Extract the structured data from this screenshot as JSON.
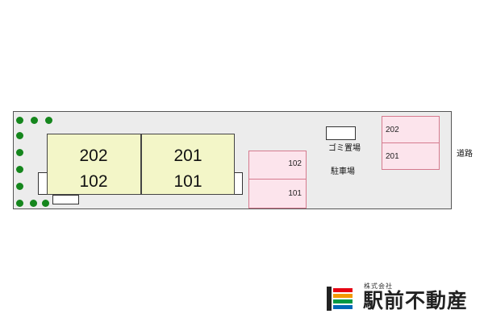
{
  "building": {
    "units": [
      {
        "top": "202",
        "bottom": "102"
      },
      {
        "top": "201",
        "bottom": "101"
      }
    ]
  },
  "parking_left": {
    "upper": "102",
    "lower": "101"
  },
  "parking_right": {
    "upper": "202",
    "lower": "201"
  },
  "labels": {
    "garbage": "ゴミ置場",
    "parking": "駐車場",
    "road": "道路"
  },
  "logo": {
    "sub": "株式会社",
    "name": "駅前不動産",
    "colors": [
      "#e60012",
      "#f39800",
      "#009944",
      "#0068b7"
    ]
  },
  "colors": {
    "building_fill": "#f3f6c8",
    "parking_fill": "#fce4ec",
    "parking_border": "#d57a8e",
    "tree": "#15861d",
    "lot_fill": "#ececec"
  }
}
